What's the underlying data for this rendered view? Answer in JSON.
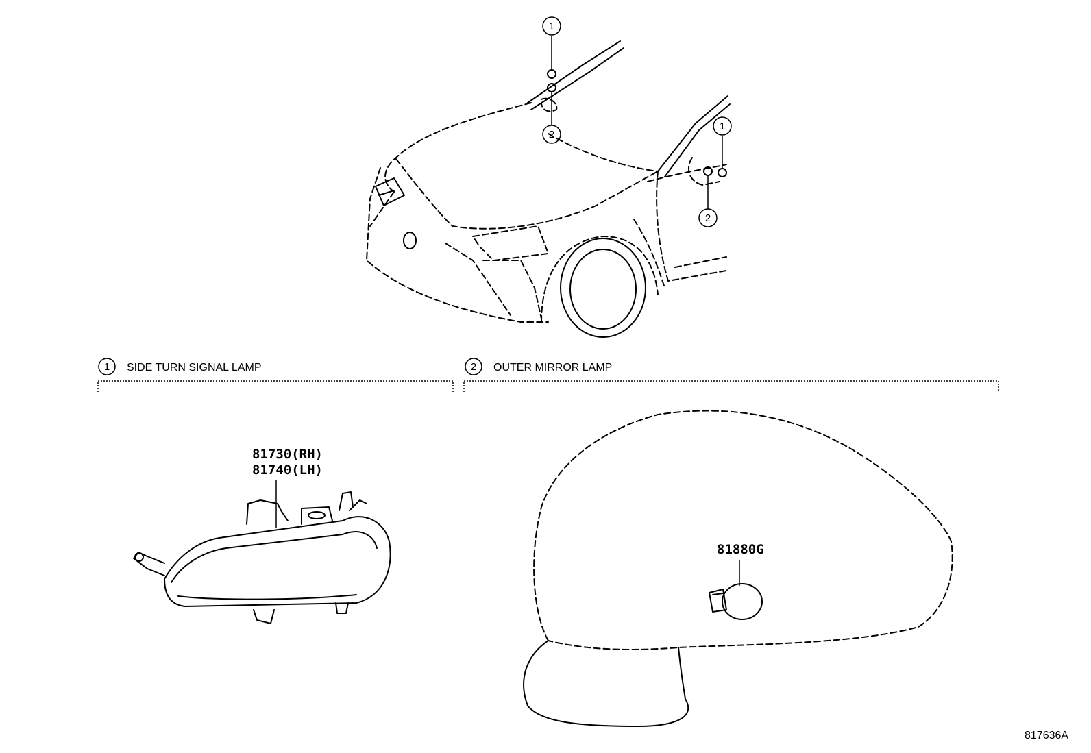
{
  "callouts": {
    "one": "1",
    "two": "2"
  },
  "sections": [
    {
      "index": "1",
      "title": "SIDE TURN SIGNAL LAMP"
    },
    {
      "index": "2",
      "title": "OUTER MIRROR LAMP"
    }
  ],
  "parts": {
    "turn_signal_rh": "81730(RH)",
    "turn_signal_lh": "81740(LH)",
    "mirror_bulb": "81880G"
  },
  "illustration_id": "817636A",
  "colors": {
    "line": "#000000",
    "background": "#ffffff"
  }
}
